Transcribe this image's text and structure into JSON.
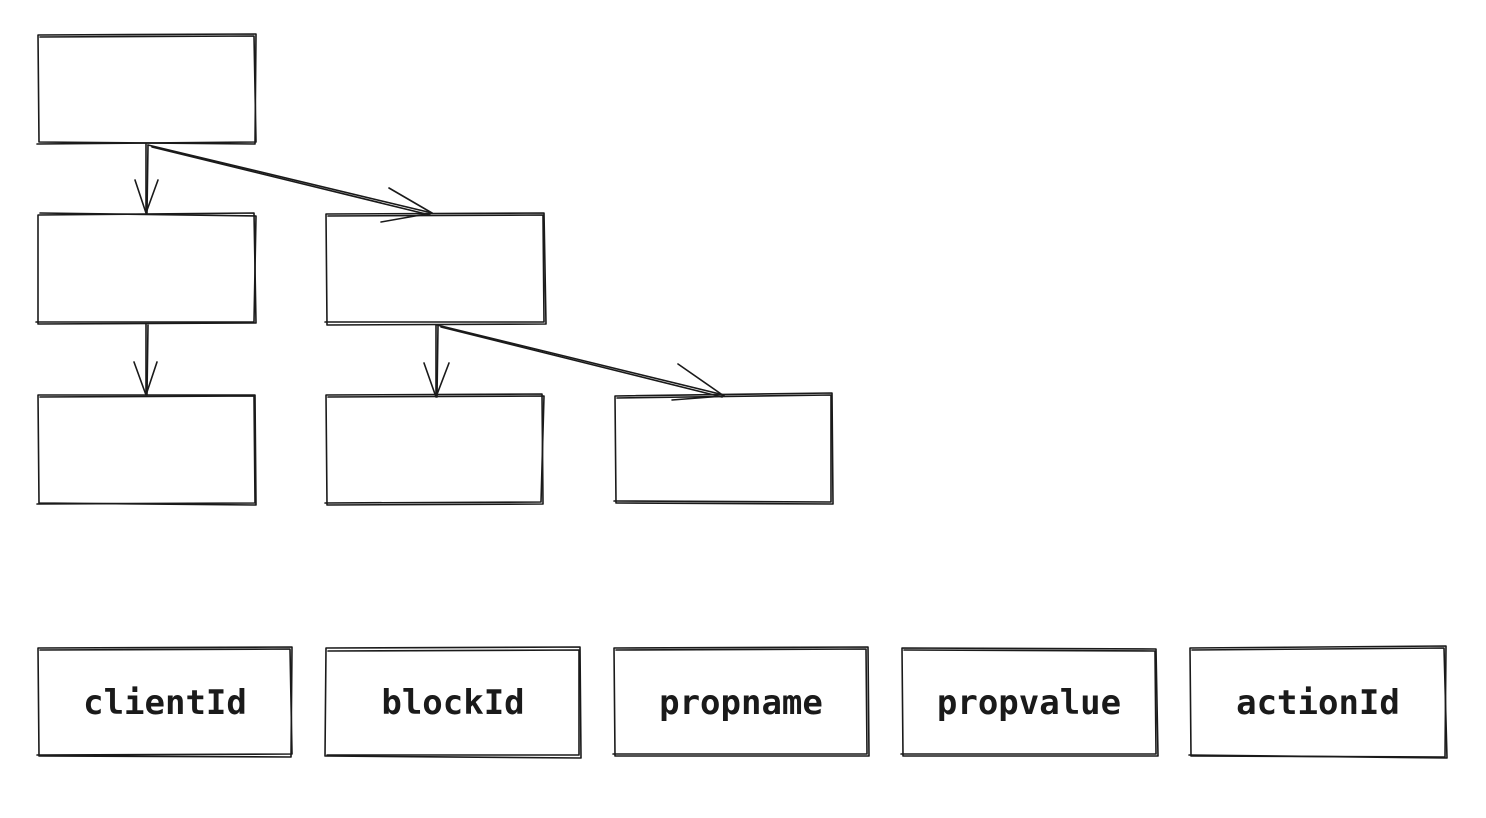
{
  "tree": {
    "nodes": [
      {
        "id": "root",
        "label": ""
      },
      {
        "id": "child-a",
        "label": ""
      },
      {
        "id": "child-b",
        "label": ""
      },
      {
        "id": "grandchild-a1",
        "label": ""
      },
      {
        "id": "grandchild-b1",
        "label": ""
      },
      {
        "id": "grandchild-b2",
        "label": ""
      }
    ],
    "edges": [
      {
        "from": "root",
        "to": "child-a"
      },
      {
        "from": "root",
        "to": "child-b"
      },
      {
        "from": "child-a",
        "to": "grandchild-a1"
      },
      {
        "from": "child-b",
        "to": "grandchild-b1"
      },
      {
        "from": "child-b",
        "to": "grandchild-b2"
      }
    ]
  },
  "fields": [
    {
      "label": "clientId"
    },
    {
      "label": "blockId"
    },
    {
      "label": "propname"
    },
    {
      "label": "propvalue"
    },
    {
      "label": "actionId"
    }
  ],
  "style": {
    "stroke_color": "#1a1a1a",
    "background": "#ffffff"
  }
}
